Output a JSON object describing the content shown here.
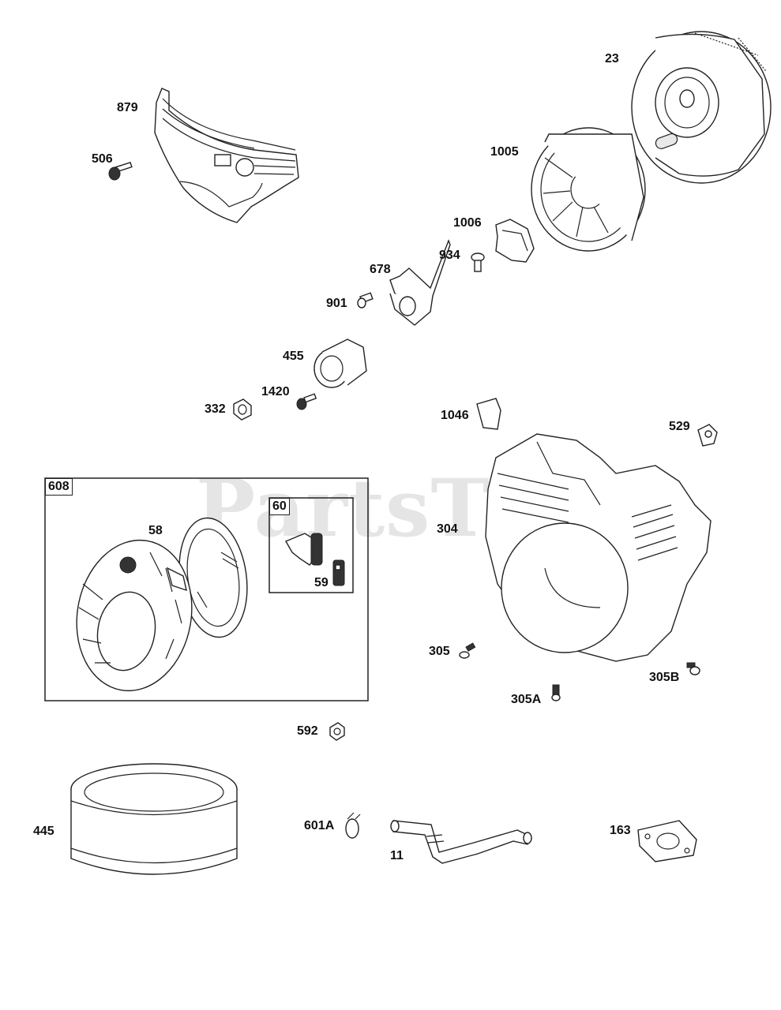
{
  "watermark": {
    "text": "PartsTree",
    "mark": "™"
  },
  "callouts": [
    {
      "id": "879",
      "label": "879"
    },
    {
      "id": "506",
      "label": "506"
    },
    {
      "id": "23",
      "label": "23"
    },
    {
      "id": "1005",
      "label": "1005"
    },
    {
      "id": "1006",
      "label": "1006"
    },
    {
      "id": "934",
      "label": "934"
    },
    {
      "id": "678",
      "label": "678"
    },
    {
      "id": "901",
      "label": "901"
    },
    {
      "id": "455",
      "label": "455"
    },
    {
      "id": "1420",
      "label": "1420"
    },
    {
      "id": "332",
      "label": "332"
    },
    {
      "id": "1046",
      "label": "1046"
    },
    {
      "id": "529",
      "label": "529"
    },
    {
      "id": "58",
      "label": "58"
    },
    {
      "id": "59",
      "label": "59"
    },
    {
      "id": "304",
      "label": "304"
    },
    {
      "id": "305",
      "label": "305"
    },
    {
      "id": "305B",
      "label": "305B"
    },
    {
      "id": "305A",
      "label": "305A"
    },
    {
      "id": "592",
      "label": "592"
    },
    {
      "id": "445",
      "label": "445"
    },
    {
      "id": "601A",
      "label": "601A"
    },
    {
      "id": "11",
      "label": "11"
    },
    {
      "id": "163",
      "label": "163"
    }
  ],
  "groups": [
    {
      "id": "608",
      "label": "608"
    },
    {
      "id": "60",
      "label": "60"
    }
  ]
}
